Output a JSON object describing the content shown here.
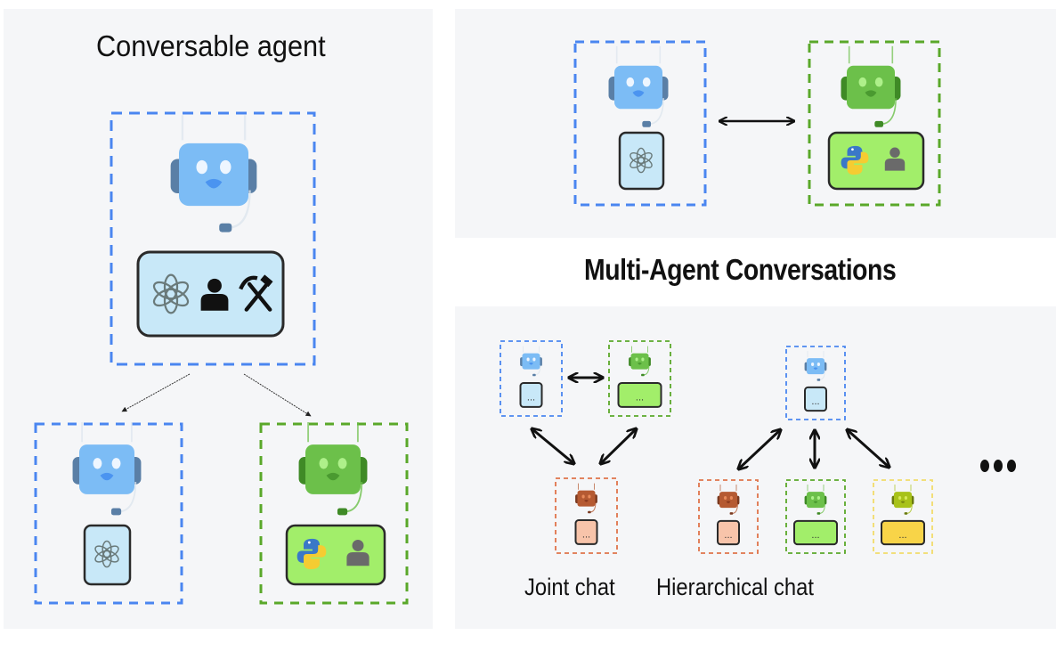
{
  "titles": {
    "conversable_agent": "Conversable agent",
    "multi_agent": "Multi-Agent Conversations",
    "joint_chat": "Joint chat",
    "hierarchical_chat": "Hierarchical chat"
  },
  "colors": {
    "panel_bg": "#f5f6f8",
    "blue_border": "#4a86f0",
    "green_border": "#5aa82a",
    "orange_border": "#e0744a",
    "yellow_border": "#f2dc6a",
    "blue_robot": "#7cbcf5",
    "green_robot": "#6cc04a",
    "brown_robot": "#b55a32",
    "olive_robot": "#a8c21a",
    "blue_card": "#c8e8f8",
    "green_card": "#a2ee6a",
    "peach_card": "#f8c4aa",
    "yellow_card": "#f8d448"
  },
  "conversable_agent": {
    "main_agent": {
      "color": "blue",
      "capabilities": [
        "openai-icon",
        "human-icon",
        "tools-icon"
      ]
    },
    "children": [
      {
        "color": "blue",
        "capabilities": [
          "openai-icon"
        ]
      },
      {
        "color": "green",
        "capabilities": [
          "python-icon",
          "human-icon"
        ]
      }
    ]
  },
  "two_agent_chat": {
    "agents": [
      {
        "color": "blue",
        "capabilities": [
          "openai-icon"
        ]
      },
      {
        "color": "green",
        "capabilities": [
          "python-icon",
          "human-icon"
        ]
      }
    ]
  },
  "joint_chat": {
    "agents": [
      "blue",
      "green",
      "orange"
    ],
    "card_text": "..."
  },
  "hierarchical_chat": {
    "manager": "blue",
    "workers": [
      "orange",
      "green",
      "yellow"
    ],
    "card_text": "..."
  },
  "more_indicator": "..."
}
